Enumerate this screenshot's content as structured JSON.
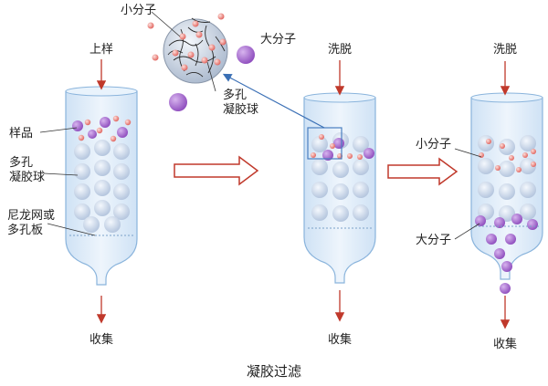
{
  "labels": {
    "load": "上样",
    "sample": "样品",
    "porous_gel_bead": "多孔\n凝胶球",
    "nylon_mesh": "尼龙网或\n多孔板",
    "collect": "收集",
    "elute": "洗脱",
    "small_molecule": "小分子",
    "large_molecule": "大分子",
    "caption": "凝胶过滤"
  },
  "colors": {
    "small_molecule": "#e8706a",
    "large_molecule": "#9b5cc6",
    "gel_bead": "#c6d3e6",
    "column_fill": "#dbe9f8",
    "column_outline": "#8ab4dc",
    "arrow": "#c0392b",
    "process_arrow": "#c0392b",
    "pointer": "#3a6fb5"
  }
}
